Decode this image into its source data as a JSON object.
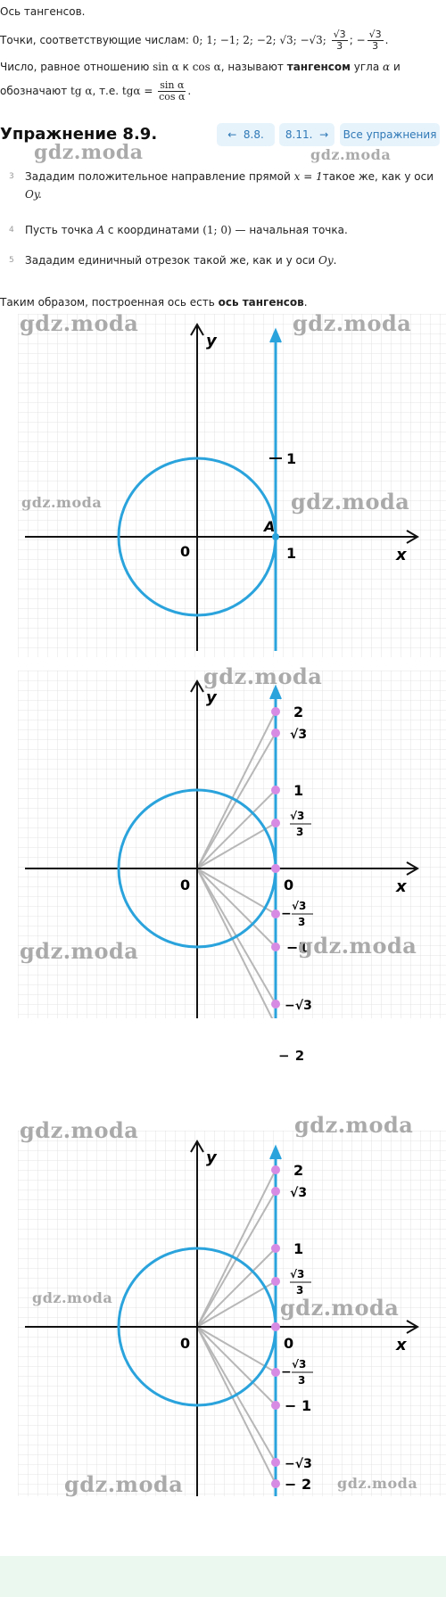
{
  "intro": {
    "line1": "Ось тангенсов.",
    "line2_prefix": "Точки, соответствующие числам: ",
    "line2_nums": "0; 1; −1; 2; −2; √3; −√3;",
    "line2_frac1_num": "√3",
    "line2_frac1_den": "3",
    "line2_sep": "; −",
    "line2_frac2_num": "√3",
    "line2_frac2_den": "3",
    "line2_end": ".",
    "line3_a": "Число, равное отношению ",
    "line3_sin": "sin α",
    "line3_b": " к ",
    "line3_cos": "cos α",
    "line3_c": ", называют ",
    "line3_bold": "тангенсом",
    "line3_d": " угла ",
    "line3_alpha": "α",
    "line3_e": " и",
    "line4_a": "обозначают ",
    "line4_tg": "tg α",
    "line4_b": ", т.е. ",
    "line4_tg2": "tgα =",
    "line4_num": "sin α",
    "line4_den": "cos α",
    "line4_end": "."
  },
  "header": {
    "title": "Упражнение 8.9.",
    "prev_label": "8.8.",
    "next_label": "8.11.",
    "all_label": "Все упражнения",
    "prev_arrow": "←",
    "next_arrow": "→"
  },
  "steps": [
    {
      "num": "3",
      "text_a": "Зададим положительное направление прямой ",
      "math": "x = 1",
      "text_b": "такое же, как у оси",
      "line2": "Oy."
    },
    {
      "num": "4",
      "text_a": "Пусть точка ",
      "math": "A",
      "text_b": " с координатами ",
      "math2": "(1;  0)",
      "text_c": " — начальная точка."
    },
    {
      "num": "5",
      "text_a": "Зададим единичный отрезок такой же, как и у оси ",
      "math": "Oy",
      "text_b": "."
    }
  ],
  "conclusion": {
    "text": "Таким образом, построенная ось есть ",
    "bold": "ось тангенсов",
    "end": "."
  },
  "watermark": "gdz.moda",
  "colors": {
    "accent": "#2aa3dc",
    "point": "#d78be3",
    "ray": "#b7b7b7",
    "grid": "#d8d8d8",
    "axis": "#111111"
  },
  "figure1": {
    "labels": {
      "y": "y",
      "x": "x",
      "zero": "0",
      "one_tick": "1",
      "one_x": "1",
      "A": "A"
    }
  },
  "figure2": {
    "labels": {
      "y": "y",
      "x": "x",
      "zero_origin": "0",
      "zero_axis": "0",
      "two": "2",
      "sqrt3": "√3",
      "one": "1",
      "frac_num": "√3",
      "frac_den": "3",
      "neg_frac_minus": "−",
      "neg_frac_num": "√3",
      "neg_frac_den": "3",
      "neg_one": "−1",
      "neg_sqrt3": "−√3",
      "neg_two": "− 2"
    }
  },
  "figure3": {
    "labels": {
      "y": "y",
      "x": "x",
      "zero_origin": "0",
      "zero_axis": "0",
      "two": "2",
      "sqrt3": "√3",
      "one": "1",
      "frac_num": "√3",
      "frac_den": "3",
      "neg_frac_minus": "−",
      "neg_frac_num": "√3",
      "neg_frac_den": "3",
      "neg_one": "− 1",
      "neg_sqrt3": "−√3",
      "neg_two": "− 2"
    }
  }
}
